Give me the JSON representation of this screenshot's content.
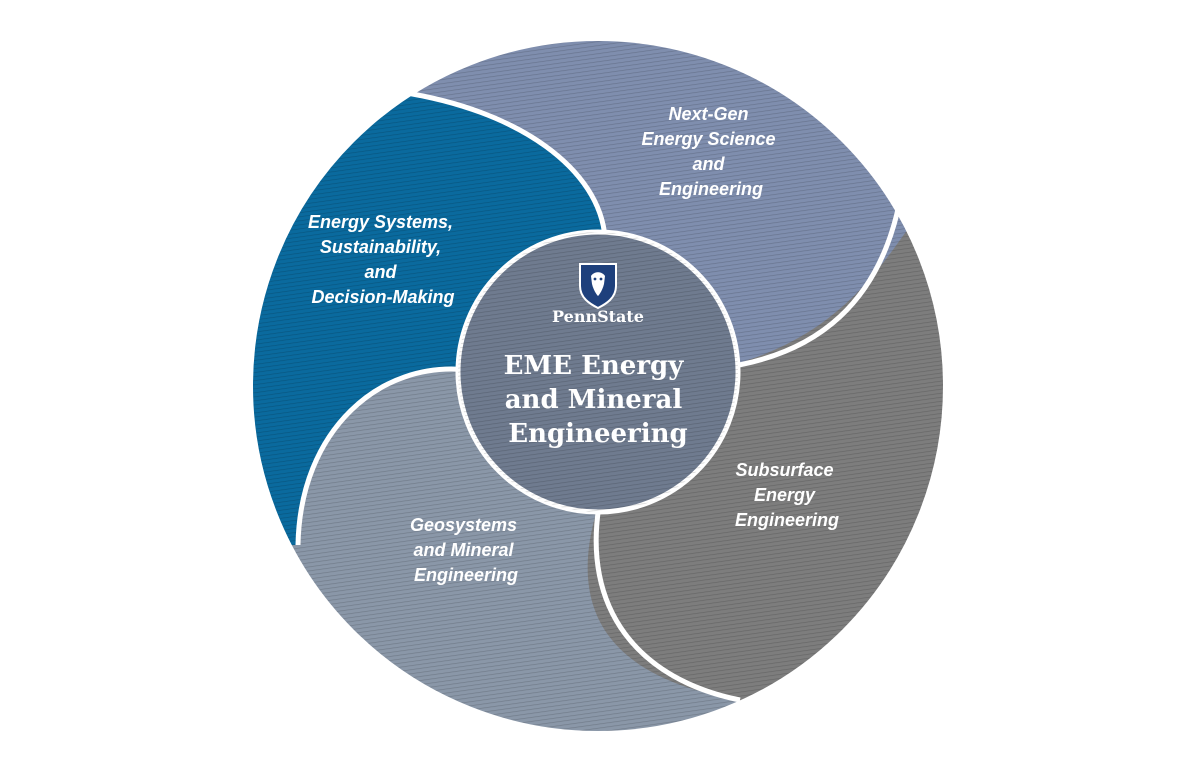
{
  "colors": {
    "systems": "#0a6a9e",
    "nextgen": "#7f8eae",
    "subsurface": "#7d7d7d",
    "geosystems": "#8a97a8",
    "center": "#6f7b8f",
    "divider": "#ffffff",
    "shield": "#1e407c"
  },
  "segments": {
    "systems": {
      "lines": [
        "Energy Systems,",
        "Sustainability,",
        "and",
        "Decision-Making"
      ],
      "icon": ""
    },
    "nextgen": {
      "lines": [
        "Next-Gen",
        "Energy Science",
        "and",
        "Engineering"
      ]
    },
    "subsurface": {
      "lines": [
        "Subsurface",
        "Energy",
        "Engineering"
      ]
    },
    "geosystems": {
      "lines": [
        "Geosystems",
        "and Mineral",
        "Engineering"
      ]
    }
  },
  "center": {
    "brand": "PennState",
    "logo_icon": "nittany-lion-shield-icon",
    "title_lines": [
      "EME Energy",
      "and Mineral",
      "Engineering"
    ]
  }
}
